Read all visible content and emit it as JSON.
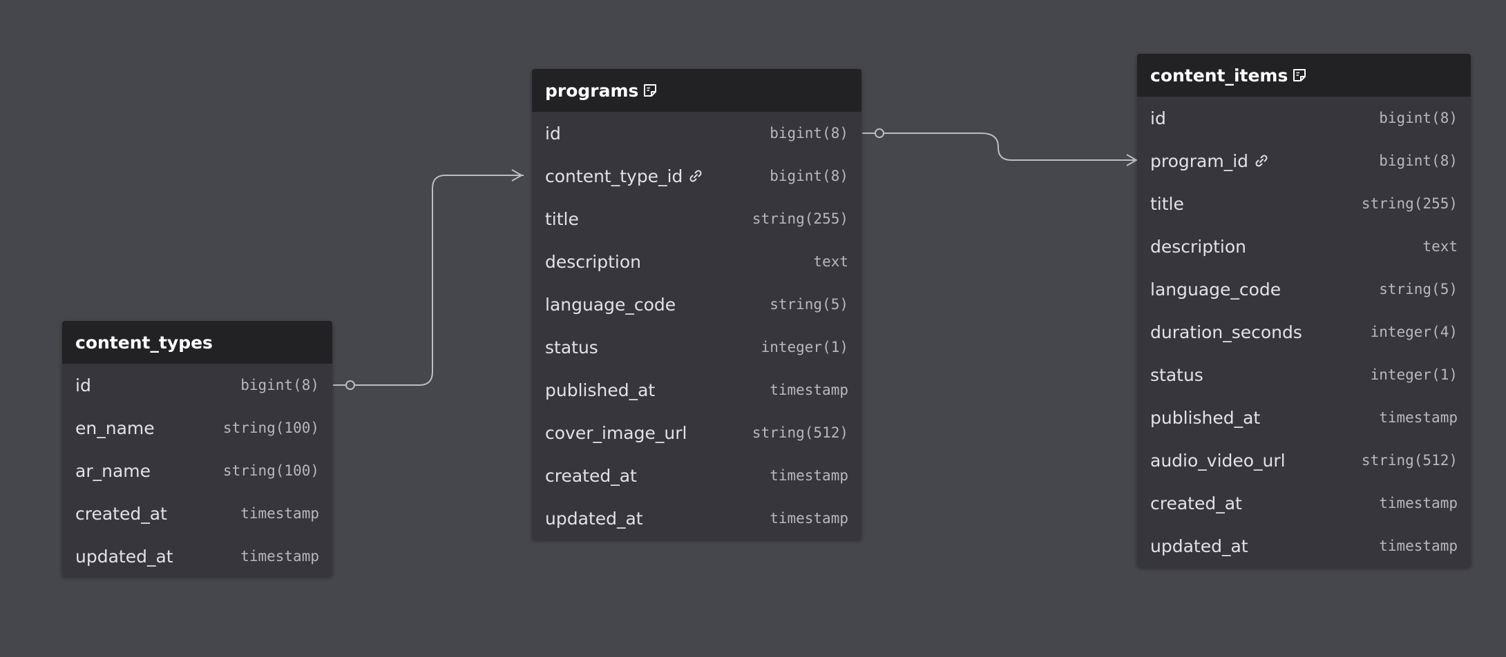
{
  "diagram": {
    "tables": {
      "content_types": {
        "name": "content_types",
        "columns": [
          {
            "name": "id",
            "type": "bigint(8)"
          },
          {
            "name": "en_name",
            "type": "string(100)"
          },
          {
            "name": "ar_name",
            "type": "string(100)"
          },
          {
            "name": "created_at",
            "type": "timestamp"
          },
          {
            "name": "updated_at",
            "type": "timestamp"
          }
        ]
      },
      "programs": {
        "name": "programs",
        "has_note_icon": true,
        "columns": [
          {
            "name": "id",
            "type": "bigint(8)"
          },
          {
            "name": "content_type_id",
            "type": "bigint(8)",
            "icon": "link-icon"
          },
          {
            "name": "title",
            "type": "string(255)"
          },
          {
            "name": "description",
            "type": "text"
          },
          {
            "name": "language_code",
            "type": "string(5)"
          },
          {
            "name": "status",
            "type": "integer(1)"
          },
          {
            "name": "published_at",
            "type": "timestamp"
          },
          {
            "name": "cover_image_url",
            "type": "string(512)"
          },
          {
            "name": "created_at",
            "type": "timestamp"
          },
          {
            "name": "updated_at",
            "type": "timestamp"
          }
        ]
      },
      "content_items": {
        "name": "content_items",
        "has_note_icon": true,
        "columns": [
          {
            "name": "id",
            "type": "bigint(8)"
          },
          {
            "name": "program_id",
            "type": "bigint(8)",
            "icon": "link-icon"
          },
          {
            "name": "title",
            "type": "string(255)"
          },
          {
            "name": "description",
            "type": "text"
          },
          {
            "name": "language_code",
            "type": "string(5)"
          },
          {
            "name": "duration_seconds",
            "type": "integer(4)"
          },
          {
            "name": "status",
            "type": "integer(1)"
          },
          {
            "name": "published_at",
            "type": "timestamp"
          },
          {
            "name": "audio_video_url",
            "type": "string(512)"
          },
          {
            "name": "created_at",
            "type": "timestamp"
          },
          {
            "name": "updated_at",
            "type": "timestamp"
          }
        ]
      }
    },
    "relationships": [
      {
        "from": "content_types.id",
        "to": "programs.content_type_id",
        "from_end": "zero-or-one",
        "to_end": "many"
      },
      {
        "from": "programs.id",
        "to": "content_items.program_id",
        "from_end": "zero-or-one",
        "to_end": "many"
      }
    ]
  },
  "colors": {
    "canvas": "#46474c",
    "table_body": "#36363c",
    "table_header": "#222224",
    "edge": "#bdbdc2"
  }
}
